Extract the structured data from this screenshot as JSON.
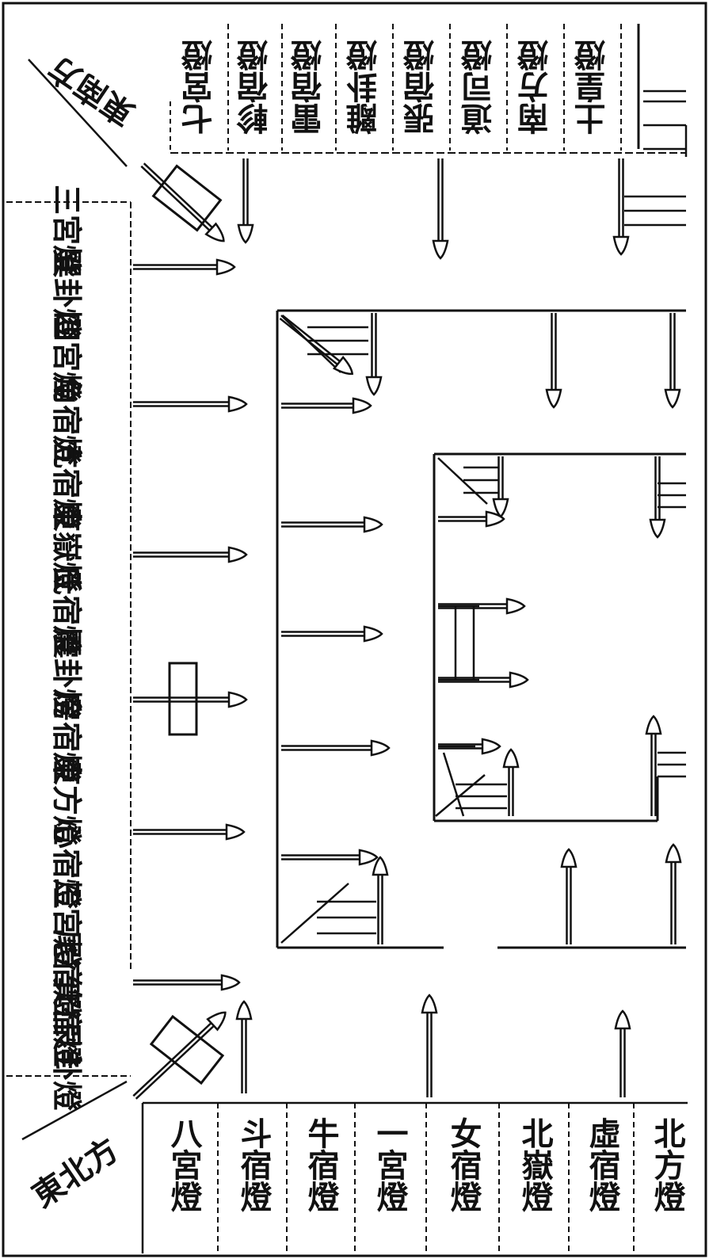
{
  "diagram": {
    "corners": {
      "southeast": "東南方",
      "northeast": "東北方"
    },
    "top_row_lamps": [
      "土皇燈",
      "南方燈",
      "道司燈",
      "張宿燈",
      "離卦燈",
      "雷宿燈",
      "軫宿燈",
      "七宮燈"
    ],
    "left_column_lamps": [
      "三宮燈",
      "巽卦燈",
      "四宮燈",
      "角宿燈",
      "亢宿燈",
      "東嶽燈",
      "氐宿燈",
      "震卦燈",
      "房宿燈",
      "東方燈",
      "心宿燈",
      "三宮燈",
      "尾宿燈",
      "箕宿燈",
      "艮卦燈"
    ],
    "bottom_row_lamps": [
      "八宮燈",
      "斗宿燈",
      "牛宿燈",
      "一宮燈",
      "女宿燈",
      "北嶽燈",
      "虛宿燈",
      "北方燈"
    ]
  }
}
